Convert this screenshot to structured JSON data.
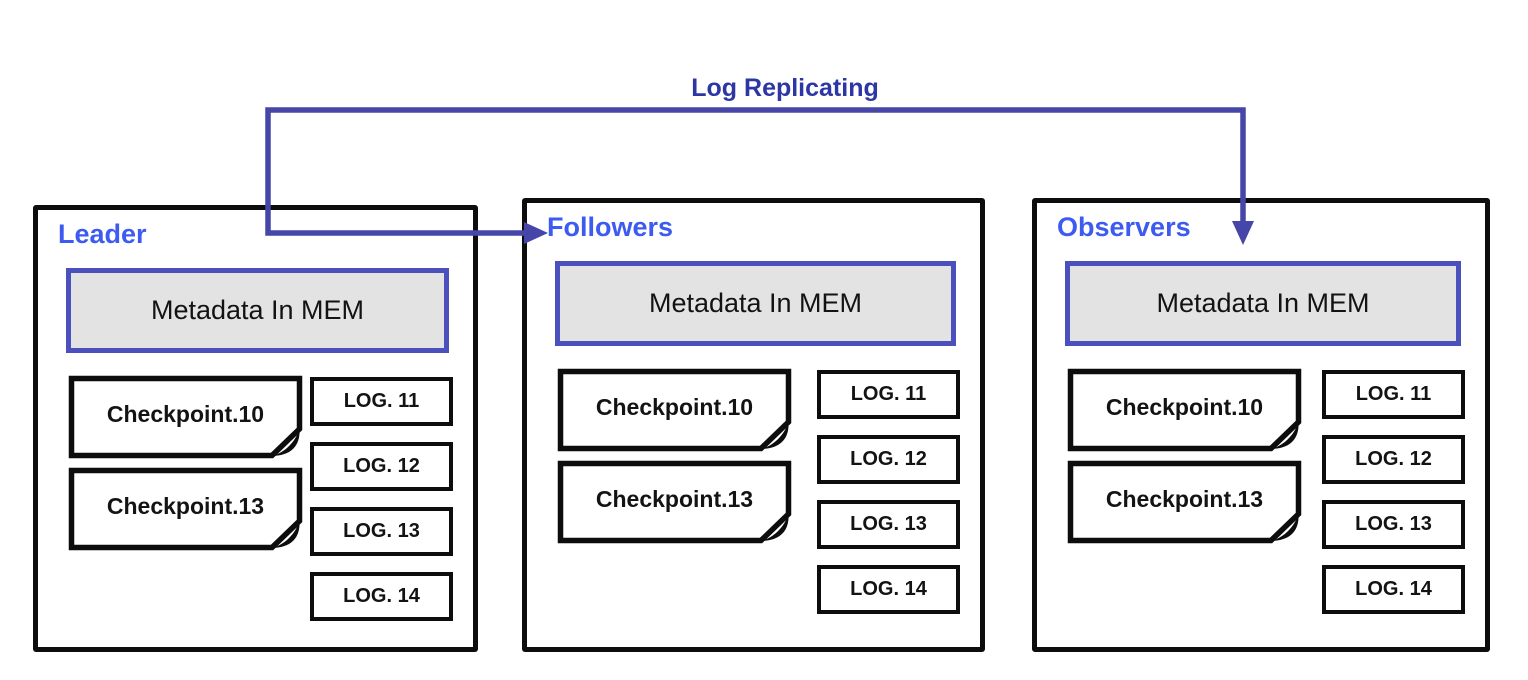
{
  "title": "Log Replicating",
  "colors": {
    "arrow": "#4645a8",
    "title_text": "#2c36a4",
    "node_label": "#3d5bf0",
    "metadata_border": "#4a51bc",
    "metadata_fill": "#e3e3e4",
    "box_border": "#0d0d0d"
  },
  "nodes": [
    {
      "label": "Leader",
      "metadata": "Metadata In MEM",
      "checkpoints": [
        "Checkpoint.10",
        "Checkpoint.13"
      ],
      "logs": [
        "LOG. 11",
        "LOG. 12",
        "LOG. 13",
        "LOG. 14"
      ]
    },
    {
      "label": "Followers",
      "metadata": "Metadata In MEM",
      "checkpoints": [
        "Checkpoint.10",
        "Checkpoint.13"
      ],
      "logs": [
        "LOG. 11",
        "LOG. 12",
        "LOG. 13",
        "LOG. 14"
      ]
    },
    {
      "label": "Observers",
      "metadata": "Metadata In MEM",
      "checkpoints": [
        "Checkpoint.10",
        "Checkpoint.13"
      ],
      "logs": [
        "LOG. 11",
        "LOG. 12",
        "LOG. 13",
        "LOG. 14"
      ]
    }
  ]
}
